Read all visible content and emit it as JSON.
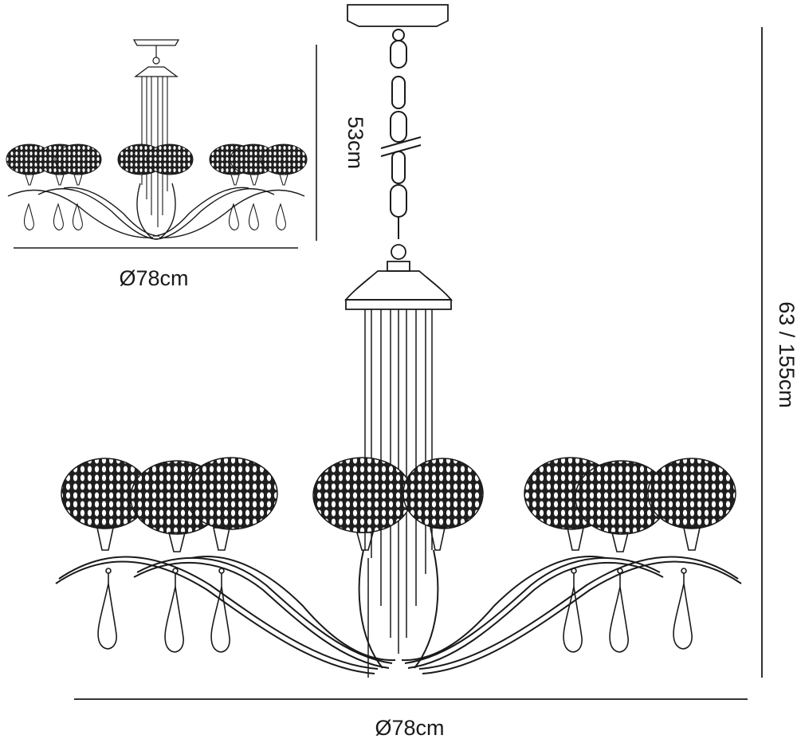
{
  "small_view": {
    "width_label": "Ø78cm",
    "height_label": "53cm"
  },
  "large_view": {
    "width_label": "Ø78cm",
    "height_label": "63 / 155cm"
  },
  "colors": {
    "line": "#1a1a1a",
    "shade": "#2a2a2a",
    "background": "#ffffff"
  }
}
